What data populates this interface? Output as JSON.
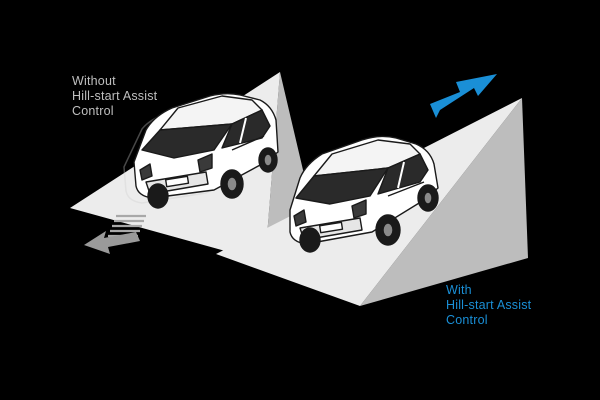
{
  "captions": {
    "without": [
      "Without",
      "Hill-start Assist",
      "Control"
    ],
    "with": [
      "With",
      "Hill-start Assist",
      "Control"
    ]
  },
  "colors": {
    "background": "#000000",
    "ramp_top": "#ececec",
    "ramp_side": "#bdbdbd",
    "car_body": "#ffffff",
    "car_outline": "#1a1a1a",
    "arrow_backward": "#9a9a9a",
    "arrow_forward": "#1a8fd6",
    "caption_without": "#bfbfbf",
    "caption_with": "#1a8fd6"
  },
  "icons": {
    "backward": "arrow-backward-icon",
    "forward": "arrow-forward-icon",
    "car": "car-icon"
  }
}
